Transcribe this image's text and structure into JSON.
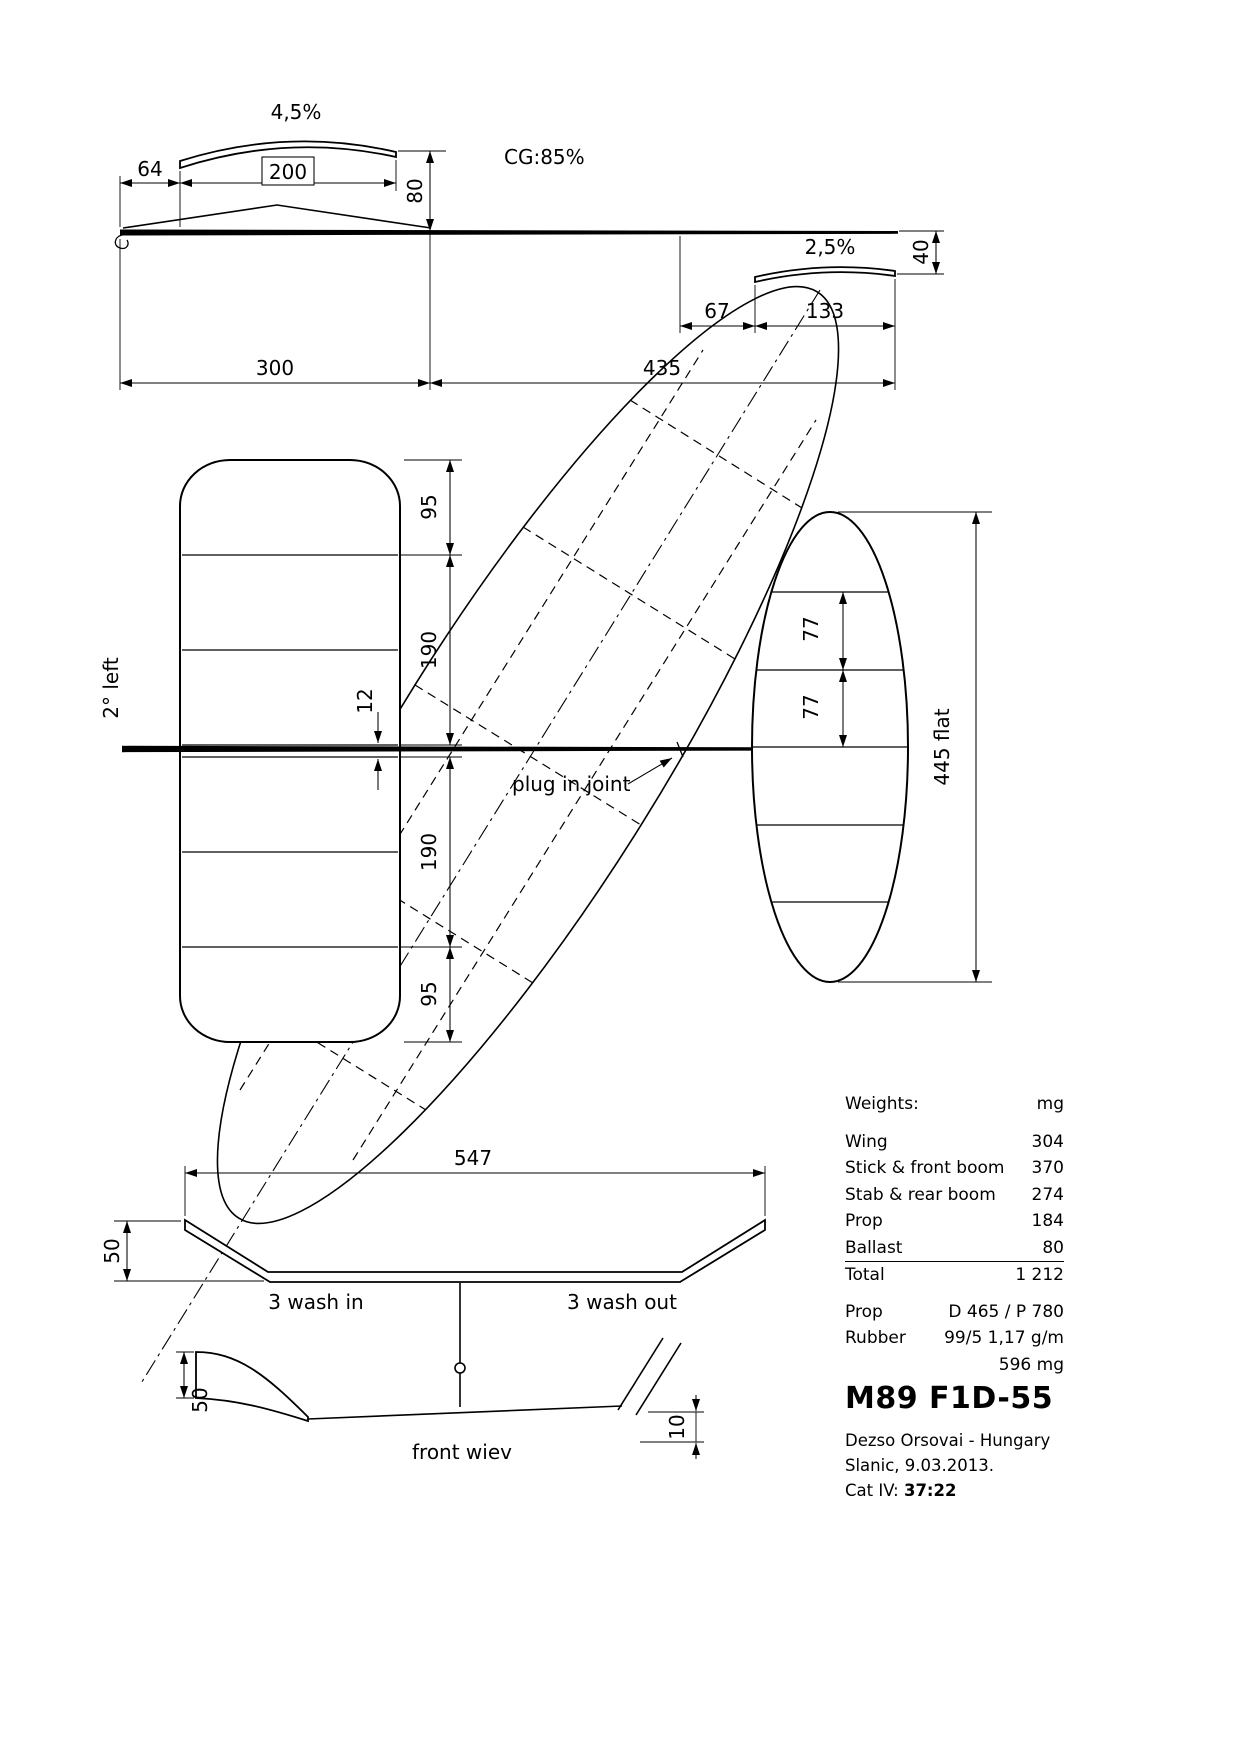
{
  "side_view": {
    "c45": "4,5%",
    "d64": "64",
    "d200": "200",
    "d80": "80",
    "cg": "CG:85%",
    "c25": "2,5%",
    "d40": "40",
    "d67": "67",
    "d133": "133",
    "d300": "300",
    "d435": "435"
  },
  "top_view": {
    "incidence": "2° left",
    "d95a": "95",
    "d190a": "190",
    "d12": "12",
    "d190b": "190",
    "d95b": "95",
    "plug": "plug in joint",
    "d77a": "77",
    "d77b": "77",
    "span445": "445 flat"
  },
  "front_view": {
    "d547": "547",
    "d50a": "50",
    "washin": "3 wash in",
    "washout": "3 wash out",
    "d50b": "50",
    "d10": "10",
    "caption": "front wiev"
  },
  "weights": {
    "title": "Weights:",
    "unit": "mg",
    "rows": [
      {
        "label": "Wing",
        "value": "304"
      },
      {
        "label": "Stick & front boom",
        "value": "370"
      },
      {
        "label": "Stab & rear boom",
        "value": "274"
      },
      {
        "label": "Prop",
        "value": "184"
      },
      {
        "label": "Ballast",
        "value": "80"
      },
      {
        "label": "Total",
        "value": "1 212"
      }
    ],
    "prop_label": "Prop",
    "prop_value": "D 465 / P 780",
    "rubber_label": "Rubber",
    "rubber_value": "99/5 1,17 g/m",
    "rubber_mg": "596 mg"
  },
  "title_block": {
    "model": "M89 F1D-55",
    "designer": "Dezso Orsovai - Hungary",
    "place_date": "Slanic, 9.03.2013.",
    "cat_label": "Cat IV: ",
    "cat_value": "37:22"
  }
}
